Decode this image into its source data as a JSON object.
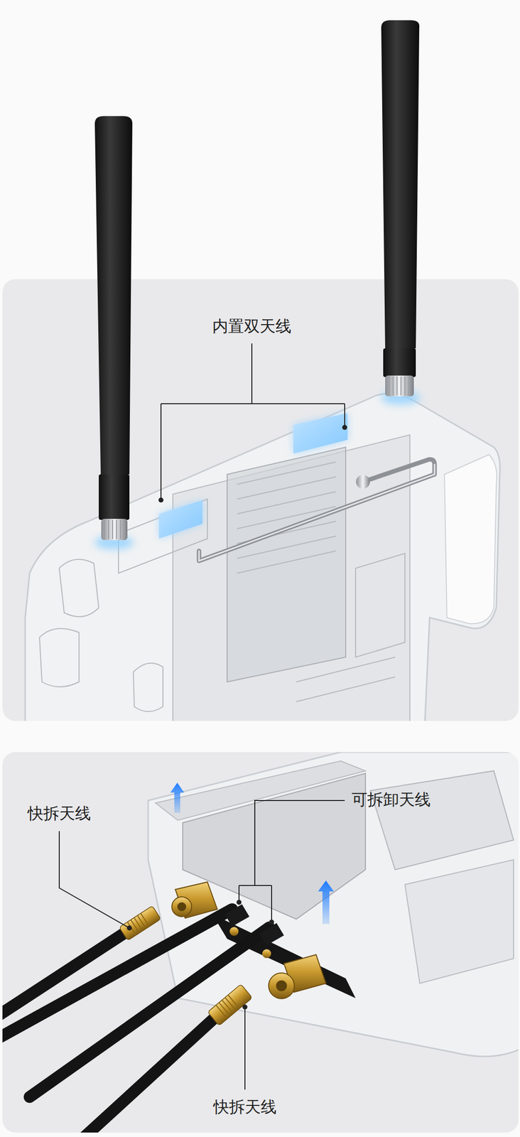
{
  "diagram": {
    "labels": [
      "内置双天线",
      "快拆天线",
      "可拆卸天线",
      "快拆天线"
    ]
  }
}
